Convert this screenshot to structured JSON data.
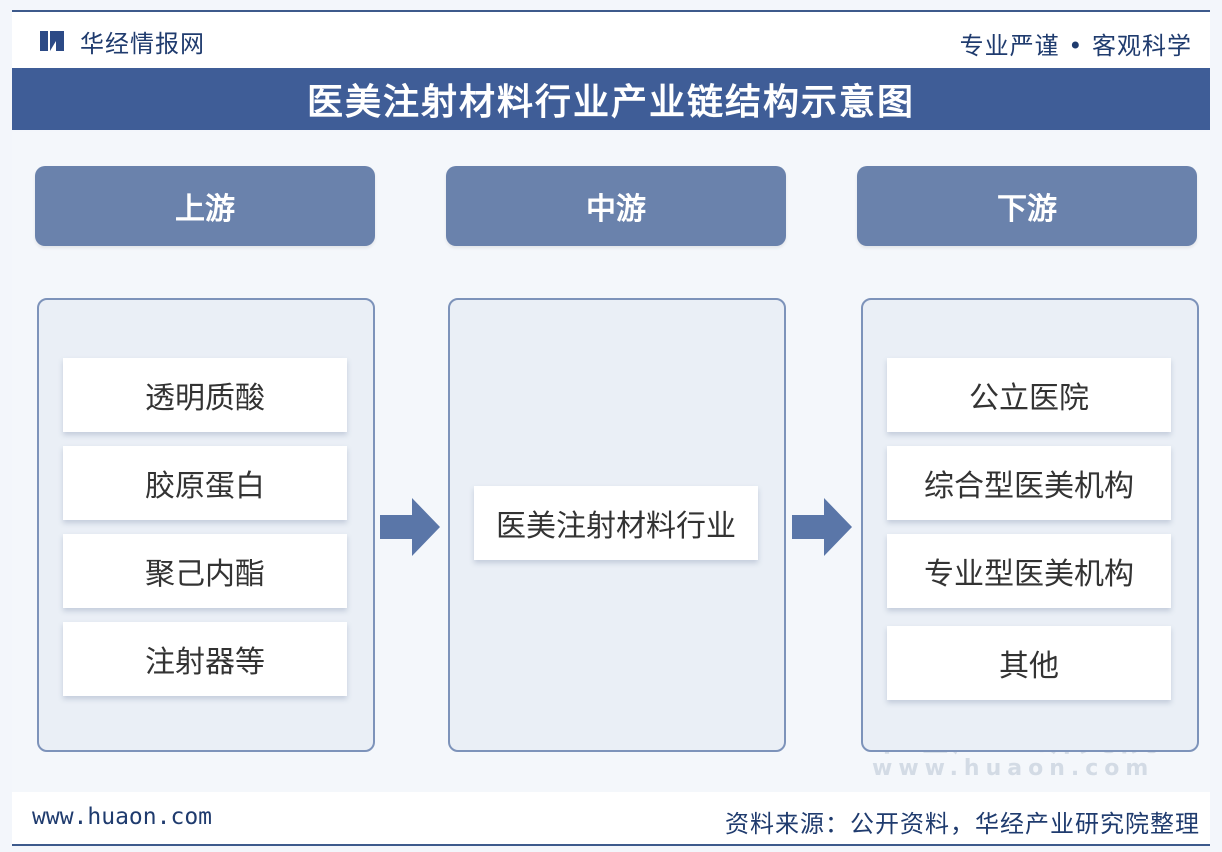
{
  "header": {
    "logo_text": "华经情报网",
    "slogan": "专业严谨 • 客观科学"
  },
  "title": "医美注射材料行业产业链结构示意图",
  "columns": [
    {
      "heading": "上游",
      "items": [
        "透明质酸",
        "胶原蛋白",
        "聚己内酯",
        "注射器等"
      ]
    },
    {
      "heading": "中游",
      "items": [
        "医美注射材料行业"
      ]
    },
    {
      "heading": "下游",
      "items": [
        "公立医院",
        "综合型医美机构",
        "专业型医美机构",
        "其他"
      ]
    }
  ],
  "watermark": {
    "name": "华经产业研究院",
    "url": "www.huaon.com"
  },
  "footer": {
    "url": "www.huaon.com",
    "source": "资料来源：公开资料，华经产业研究院整理"
  },
  "colors": {
    "title_band": "#3f5d97",
    "column_heading": "#6a82ac",
    "panel_border": "#7d93ba",
    "arrow": "#5a76a8"
  }
}
